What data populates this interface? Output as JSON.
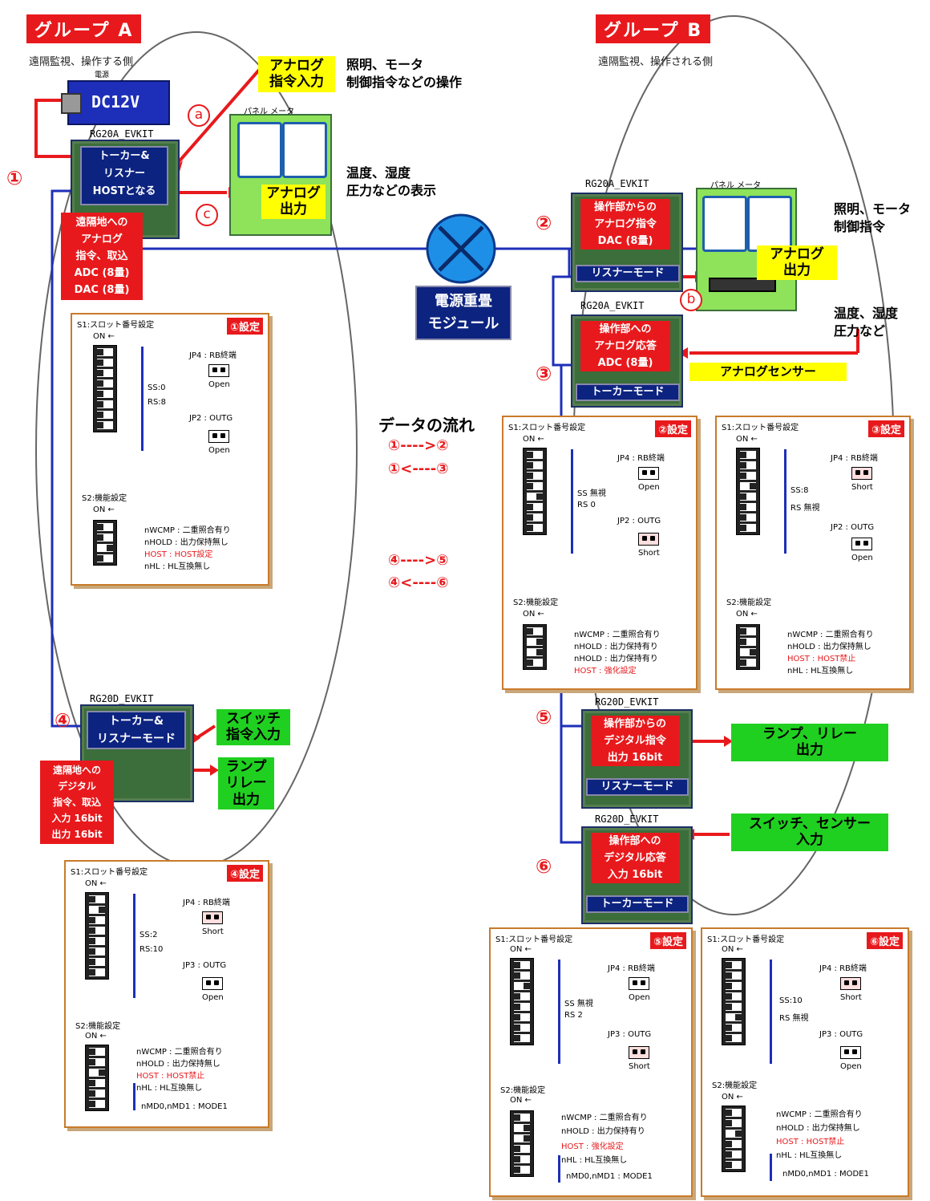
{
  "group_a": {
    "title": "グループ A",
    "subtitle": "遠隔監視、操作する側"
  },
  "group_b": {
    "title": "グループ B",
    "subtitle": "遠隔監視、操作される側"
  },
  "psu": {
    "label": "電源",
    "value": "DC12V"
  },
  "analog_cmd_input": {
    "line1": "アナログ",
    "line2": "指令入力"
  },
  "note_light_motor": {
    "line1": "照明、モータ",
    "line2": "制御指令などの操作"
  },
  "note_temp": {
    "line1": "温度、湿度",
    "line2": "圧力などの表示"
  },
  "note_light_motor_b": {
    "line1": "照明、モータ",
    "line2": "制御指令"
  },
  "note_temp_b": {
    "line1": "温度、湿度",
    "line2": "圧力など"
  },
  "panel_meter": "パネル メータ",
  "analog_out": {
    "line1": "アナログ",
    "line2": "出力"
  },
  "analog_sensor": "アナログセンサー",
  "power_module": {
    "line1": "電源重畳",
    "line2": "モジュール"
  },
  "boards": {
    "a1": {
      "name": "RG20A_EVKIT",
      "text": [
        "トーカー&",
        "リスナー",
        "HOSTとなる"
      ],
      "red": [
        "遠隔地への",
        "アナログ",
        "指令、取込",
        "ADC (8量)",
        "DAC (8量)"
      ]
    },
    "b2": {
      "name": "RG20A_EVKIT",
      "red": [
        "操作部からの",
        "アナログ指令",
        "DAC (8量)"
      ],
      "mode": "リスナーモード"
    },
    "b3": {
      "name": "RG20A_EVKIT",
      "red": [
        "操作部への",
        "アナログ応答",
        "ADC (8量)"
      ],
      "mode": "トーカーモード"
    },
    "a4": {
      "name": "RG20D_EVKIT",
      "text": [
        "トーカー&",
        "リスナーモード"
      ],
      "red": [
        "遠隔地への",
        "デジタル",
        "指令、取込",
        "入力 16bit",
        "出力 16bit"
      ]
    },
    "b5": {
      "name": "RG20D_EVKIT",
      "red": [
        "操作部からの",
        "デジタル指令",
        "出力 16bit"
      ],
      "mode": "リスナーモード"
    },
    "b6": {
      "name": "RG20D_EVKIT",
      "red": [
        "操作部への",
        "デジタル応答",
        "入力 16bit"
      ],
      "mode": "トーカーモード"
    }
  },
  "markers": {
    "a": "a",
    "b": "b",
    "c": "c",
    "n1": "①",
    "n2": "②",
    "n3": "③",
    "n4": "④",
    "n5": "⑤",
    "n6": "⑥"
  },
  "flow": {
    "title": "データの流れ",
    "l1": "①---->②",
    "l2": "①<----③",
    "l3": "④---->⑤",
    "l4": "④<----⑥"
  },
  "switch_cmd": {
    "line1": "スイッチ",
    "line2": "指令入力"
  },
  "lamp_relay": {
    "line1": "ランプ",
    "line2": "リレー",
    "line3": "出力"
  },
  "lamp_relay_b": {
    "line1": "ランプ、リレー",
    "line2": "出力"
  },
  "switch_sensor_b": {
    "line1": "スイッチ、センサー",
    "line2": "入力"
  },
  "cards": {
    "c1": {
      "tag": "①設定",
      "s1": "S1:スロット番号設定",
      "on": "ON ←",
      "ss": "SS:0",
      "rs": "RS:8",
      "jp4": "JP4 : RB終端",
      "jp4v": "Open",
      "jp2": "JP2 : OUTG",
      "jp2v": "Open",
      "s2": "S2:機能設定",
      "f1": "nWCMP : 二重照合有り",
      "f2": "nHOLD : 出力保持無し",
      "f3": "HOST : HOST設定",
      "f4": "nHL : HL互換無し"
    },
    "c2": {
      "tag": "②設定",
      "s1": "S1:スロット番号設定",
      "on": "ON ←",
      "ss": "SS 無視",
      "rs": "RS 0",
      "jp4": "JP4 : RB終端",
      "jp4v": "Open",
      "jp2": "JP2 : OUTG",
      "jp2v": "Short",
      "s2": "S2:機能設定",
      "f1": "nWCMP : 二重照合有り",
      "f2": "nHOLD : 出力保持有り",
      "f3": "nHOLD : 出力保持有り",
      "f4": "HOST : 強化設定"
    },
    "c3": {
      "tag": "③設定",
      "s1": "S1:スロット番号設定",
      "on": "ON ←",
      "ss": "SS:8",
      "rs": "RS 無視",
      "jp4": "JP4 : RB終端",
      "jp4v": "Short",
      "jp2": "JP2 : OUTG",
      "jp2v": "Open",
      "s2": "S2:機能設定",
      "f1": "nWCMP : 二重照合有り",
      "f2": "nHOLD : 出力保持無し",
      "f3": "HOST : HOST禁止",
      "f4": "nHL : HL互換無し"
    },
    "c4": {
      "tag": "④設定",
      "s1": "S1:スロット番号設定",
      "on": "ON ←",
      "ss": "SS:2",
      "rs": "RS:10",
      "jp4": "JP4 : RB終端",
      "jp4v": "Short",
      "jp2": "JP3 : OUTG",
      "jp2v": "Open",
      "s2": "S2:機能設定",
      "f1": "nWCMP : 二重照合有り",
      "f2": "nHOLD : 出力保持無し",
      "f3": "HOST : HOST禁止",
      "f4": "nHL : HL互換無し",
      "f5": "nMD0,nMD1 : MODE1"
    },
    "c5": {
      "tag": "⑤設定",
      "s1": "S1:スロット番号設定",
      "on": "ON ←",
      "ss": "SS 無視",
      "rs": "RS 2",
      "jp4": "JP4 : RB終端",
      "jp4v": "Open",
      "jp2": "JP3 : OUTG",
      "jp2v": "Short",
      "s2": "S2:機能設定",
      "f1": "nWCMP : 二重照合有り",
      "f2": "nHOLD : 出力保持有り",
      "f3": "HOST : 強化設定",
      "f4": "nHL : HL互換無し",
      "f5": "nMD0,nMD1 : MODE1"
    },
    "c6": {
      "tag": "⑥設定",
      "s1": "S1:スロット番号設定",
      "on": "ON ←",
      "ss": "SS:10",
      "rs": "RS 無視",
      "jp4": "JP4 : RB終端",
      "jp4v": "Short",
      "jp2": "JP3 : OUTG",
      "jp2v": "Open",
      "s2": "S2:機能設定",
      "f1": "nWCMP : 二重照合有り",
      "f2": "nHOLD : 出力保持無し",
      "f3": "HOST : HOST禁止",
      "f4": "nHL : HL互換無し",
      "f5": "nMD0,nMD1 : MODE1"
    }
  }
}
